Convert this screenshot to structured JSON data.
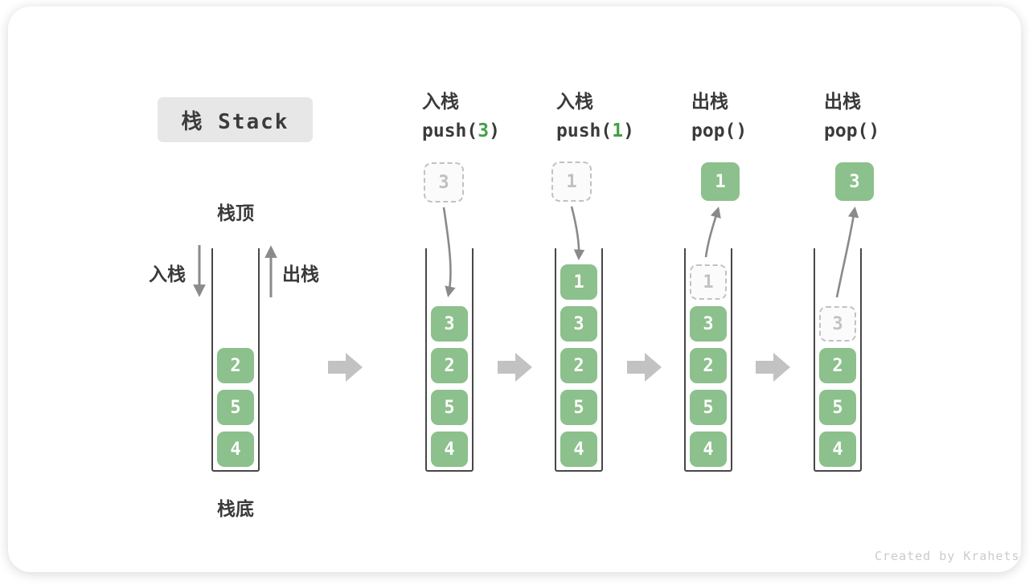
{
  "title": {
    "text": "栈 Stack"
  },
  "labels": {
    "stack_top": "栈顶",
    "stack_bottom": "栈底",
    "push_side": "入栈",
    "pop_side": "出栈"
  },
  "credit": "Created by Krahets",
  "colors": {
    "cell_green": "#8cc08c",
    "accent_green": "#43a047",
    "block_arrow_gray": "#c2c2c2",
    "motion_arrow_gray": "#8a8a8a",
    "wall_dark": "#474747",
    "title_chip_bg": "#e7e7e7"
  },
  "operations": [
    {
      "label": "入栈",
      "code_prefix": "push(",
      "code_arg": "3",
      "code_suffix": ")",
      "float_value": "3",
      "float_type": "ghost"
    },
    {
      "label": "入栈",
      "code_prefix": "push(",
      "code_arg": "1",
      "code_suffix": ")",
      "float_value": "1",
      "float_type": "ghost"
    },
    {
      "label": "出栈",
      "code_prefix": "pop(",
      "code_arg": "",
      "code_suffix": ")",
      "float_value": "1",
      "float_type": "solid"
    },
    {
      "label": "出栈",
      "code_prefix": "pop(",
      "code_arg": "",
      "code_suffix": ")",
      "float_value": "3",
      "float_type": "solid"
    }
  ],
  "stacks": [
    {
      "cells": [
        {
          "value": "2",
          "row": 2,
          "ghost": false
        },
        {
          "value": "5",
          "row": 3,
          "ghost": false
        },
        {
          "value": "4",
          "row": 4,
          "ghost": false
        }
      ]
    },
    {
      "cells": [
        {
          "value": "3",
          "row": 1,
          "ghost": false
        },
        {
          "value": "2",
          "row": 2,
          "ghost": false
        },
        {
          "value": "5",
          "row": 3,
          "ghost": false
        },
        {
          "value": "4",
          "row": 4,
          "ghost": false
        }
      ]
    },
    {
      "cells": [
        {
          "value": "1",
          "row": 0,
          "ghost": false
        },
        {
          "value": "3",
          "row": 1,
          "ghost": false
        },
        {
          "value": "2",
          "row": 2,
          "ghost": false
        },
        {
          "value": "5",
          "row": 3,
          "ghost": false
        },
        {
          "value": "4",
          "row": 4,
          "ghost": false
        }
      ]
    },
    {
      "cells": [
        {
          "value": "1",
          "row": 0,
          "ghost": true
        },
        {
          "value": "3",
          "row": 1,
          "ghost": false
        },
        {
          "value": "2",
          "row": 2,
          "ghost": false
        },
        {
          "value": "5",
          "row": 3,
          "ghost": false
        },
        {
          "value": "4",
          "row": 4,
          "ghost": false
        }
      ]
    },
    {
      "cells": [
        {
          "value": "3",
          "row": 1,
          "ghost": true
        },
        {
          "value": "2",
          "row": 2,
          "ghost": false
        },
        {
          "value": "5",
          "row": 3,
          "ghost": false
        },
        {
          "value": "4",
          "row": 4,
          "ghost": false
        }
      ]
    }
  ]
}
